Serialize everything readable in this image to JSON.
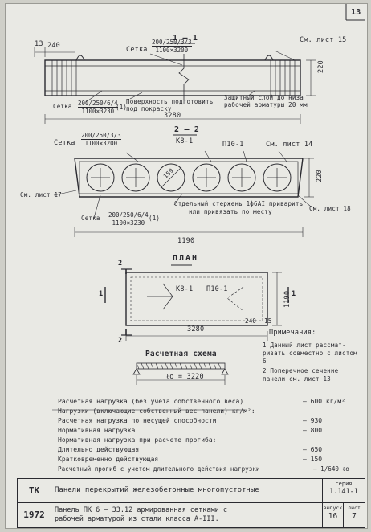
{
  "sheet": {
    "sheet_number": "13",
    "section_1": "1 – 1",
    "section_2": "2 – 2",
    "plan_title": "ПЛАН",
    "calc_title": "Расчетная схема"
  },
  "labels": {
    "mesh_top_1": "Сетка",
    "mesh_top_1_num": "200/250/3/3",
    "mesh_top_1_den": "1100×3200",
    "mesh_bottom_1_text": "Сетка",
    "mesh_bottom_1_num": "200/250/6/4",
    "mesh_bottom_1_den": "1100×3230",
    "mesh_bottom_1_idx": "(1)",
    "paint_surface_1": "Поверхность подготовить",
    "paint_surface_2": "под покраску",
    "cover_layer_1": "Защитный слой до низа",
    "cover_layer_2": "рабочей арматуры 20 мм",
    "see_sheet_15": "См. лист 15",
    "dim_13": "13",
    "dim_240": "240",
    "dim_220": "220",
    "dim_3280": "3280",
    "mesh_top_2": "Сетка",
    "mesh_top_2_num": "200/250/3/3",
    "mesh_top_2_den": "1100×3200",
    "k8_1": "К8-1",
    "p10_1": "П10-1",
    "see_sheet_14": "См. лист 14",
    "see_sheet_17": "См. лист 17",
    "dim_159": "159",
    "rod_note_1": "Отдельный стержень 1ф6АI приварить",
    "rod_note_2": "или привязать по месту",
    "see_sheet_18": "См. лист 18",
    "mesh_bottom_2_text": "Сетка",
    "mesh_bottom_2_num": "200/250/6/4",
    "mesh_bottom_2_den": "1100×3230",
    "mesh_bottom_2_idx": "(1)",
    "dim_1190": "1190",
    "plan_k8": "К8-1",
    "plan_p10": "П10-1",
    "plan_dim_1190": "1190",
    "plan_dim_3280": "3280",
    "plan_dim_240": "240",
    "plan_dim_15": "15",
    "cut_2": "2",
    "cut_1": "1",
    "span_label": "ℓо = 3220"
  },
  "notes": {
    "title": "Примечания:",
    "n1": "1 Данный лист рассмат-ривать совместно с листом 6",
    "n2": "2 Поперечное сечение панели см. лист 13"
  },
  "loads": [
    {
      "label": "Расчетная нагрузка (без учета собственного веса)",
      "value": "– 600 кг/м²"
    },
    {
      "label": "Нагрузки (включающие собственный вес панели) кг/м²:",
      "value": ""
    },
    {
      "label": "Расчетная нагрузка по несущей способности",
      "value": "– 930"
    },
    {
      "label": "Нормативная нагрузка",
      "value": "– 800"
    },
    {
      "label": "Нормативная нагрузка при расчете прогиба:",
      "value": ""
    },
    {
      "label": "Длительно действующая",
      "value": "– 650"
    },
    {
      "label": "Кратковременно действующая",
      "value": "– 150"
    },
    {
      "label": "Расчетный прогиб с учетом длительного действия нагрузки",
      "value": "– 1/640 ℓо"
    }
  ],
  "titleblock": {
    "code": "ТК",
    "year": "1972",
    "title": "Панели перекрытий железобетонные многопустотные",
    "series_label": "серия",
    "series": "1.141-1",
    "desc_1": "Панель ПК 6 – 33.12 армированная сетками с",
    "desc_2": "рабочей арматурой из стали класса А-III.",
    "issue_label": "выпуск",
    "issue": "16",
    "sheet_label": "лист",
    "sheet": "7"
  }
}
